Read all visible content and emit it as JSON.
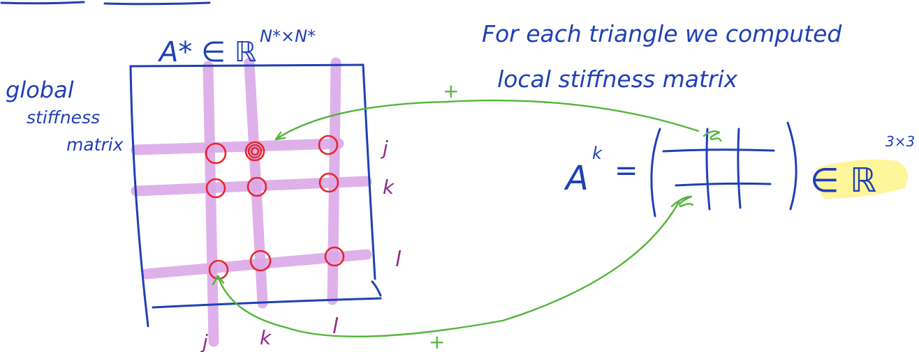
{
  "labels": {
    "global_matrix_set": "A* ∈ ℝ",
    "global_matrix_dims": "N*×N*",
    "global_caption_line1": "global",
    "global_caption_line2": "stiffness",
    "global_caption_line3": "matrix",
    "note_line1": "For each triangle we computed",
    "note_line2": "local stiffness matrix",
    "local_matrix_name": "A",
    "local_matrix_sup": "k",
    "local_matrix_eq": "=",
    "local_space": "∈ ℝ",
    "local_space_dims": "3×3",
    "row_j": "j",
    "row_k": "k",
    "row_l": "l",
    "col_j": "j",
    "col_k": "k",
    "col_l": "l",
    "arrow_plus_top": "+",
    "arrow_plus_bottom": "+"
  },
  "colors": {
    "ink_blue": "#1f3fb5",
    "highlight_lilac": "#dba8e8",
    "mark_red": "#e8262e",
    "arrow_green": "#53b53a",
    "index_purple": "#8e2b8a",
    "space_highlight": "#fff27a"
  }
}
